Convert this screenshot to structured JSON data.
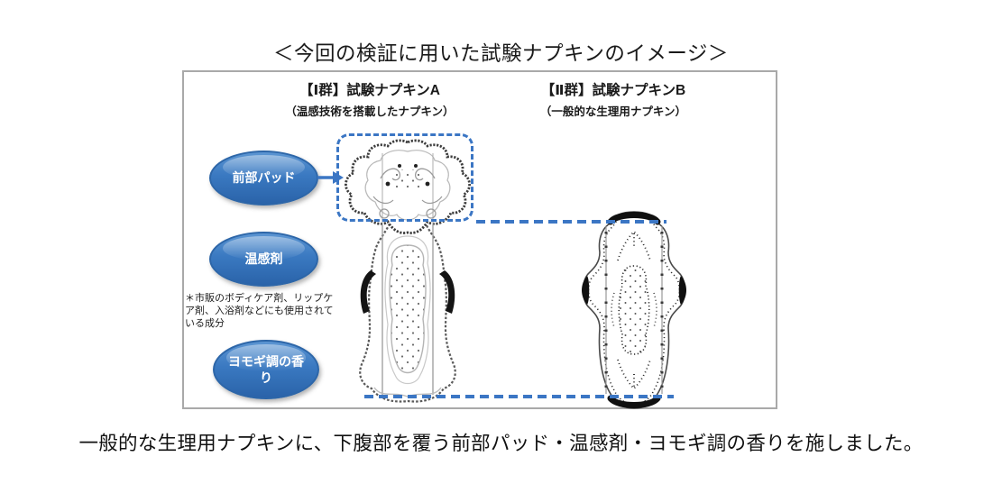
{
  "title": "＜今回の検証に用いた試験ナプキンのイメージ＞",
  "panel": {
    "napkin_a": {
      "title": "【Ⅰ群】試験ナプキンA",
      "subtitle": "（温感技術を搭載したナプキン）"
    },
    "napkin_b": {
      "title": "【Ⅱ群】試験ナプキンB",
      "subtitle": "（一般的な生理用ナプキン）"
    }
  },
  "callouts": [
    {
      "label": "前部パッド"
    },
    {
      "label": "温感剤",
      "note": "＊市販のボディケア剤、リップケア剤、入浴剤などにも使用されている成分"
    },
    {
      "label": "ヨモギ調の香り"
    }
  ],
  "icons": {
    "callout_arrow": "right-arrow"
  },
  "caption": "一般的な生理用ナプキンに、下腹部を覆う前部パッド・温感剤・ヨモギ調の香りを施しました。",
  "colors": {
    "accent_blue": "#3b76c4",
    "oval_top": "#5b95d2",
    "oval_mid": "#3a79c1",
    "oval_bottom": "#2a63a9",
    "oval_border": "#2d66a8",
    "box_border": "#a9a9a9",
    "text": "#1a1a1a"
  }
}
